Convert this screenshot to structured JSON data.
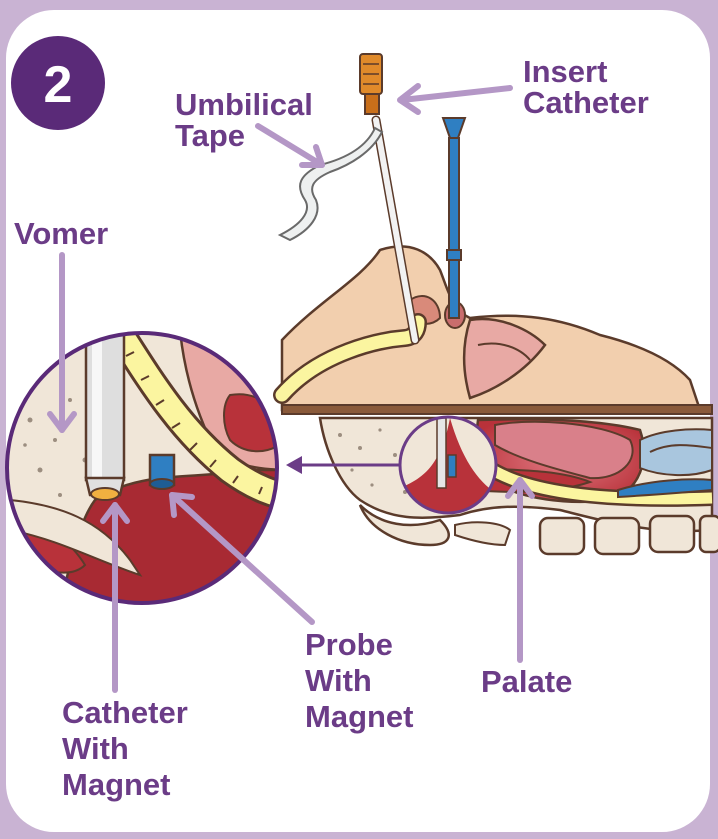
{
  "step_number": "2",
  "labels": {
    "umbilical_tape": [
      "Umbilical",
      "Tape"
    ],
    "insert_catheter": [
      "Insert",
      "Catheter"
    ],
    "vomer": "Vomer",
    "probe_with_magnet": [
      "Probe",
      "With",
      "Magnet"
    ],
    "palate": "Palate",
    "catheter_with_magnet": [
      "Catheter",
      "With",
      "Magnet"
    ]
  },
  "colors": {
    "label_purple": "#6b3c87",
    "arrow_lavender": "#b497c6",
    "badge_purple": "#5a2a78",
    "skin": "#f2cfae",
    "catheter_orange": "#e08a2a",
    "probe_blue": "#2f7fc2",
    "tube_yellow": "#fbf5a0",
    "tissue_red": "#b8323a"
  }
}
